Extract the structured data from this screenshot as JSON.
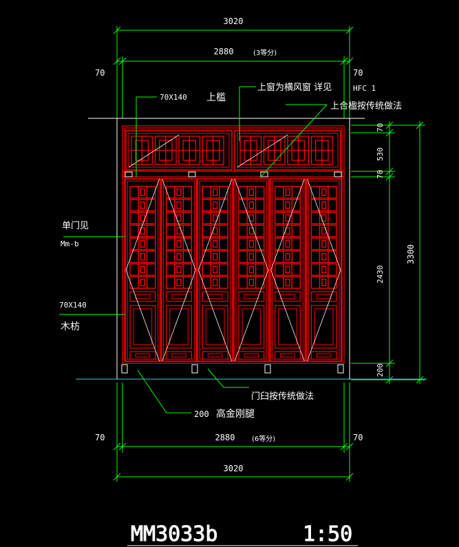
{
  "colors": {
    "background": "#000000",
    "dimension_line": "#00ff00",
    "frame_red": "#ff0000",
    "text": "#ffffff",
    "ground_line": "#4fc3d9"
  },
  "dimensions": {
    "top_total": "3020",
    "top_inner": "2880",
    "top_inner_note": "(3等分)",
    "top_left_margin": "70",
    "top_right_margin": "70",
    "bottom_total": "3020",
    "bottom_inner": "2880",
    "bottom_inner_note": "(6等分)",
    "bottom_left_margin": "70",
    "bottom_right_margin": "70",
    "right_70_top": "70",
    "right_530": "530",
    "right_70_mid": "70",
    "right_2430": "2430",
    "right_200": "200",
    "right_total": "3300"
  },
  "labels": {
    "lintel_size": "70X140",
    "lintel_name": "上槛",
    "transom_window": "上窗为横风窗  详见",
    "hfc": "HFC  1",
    "upper_joint": "上合楹按传统做法",
    "single_door": "单门见",
    "door_ref": "Mm-b",
    "post_size": "70X140",
    "post_name": "木枋",
    "door_mortar": "门臼按传统做法",
    "base_size": "200",
    "base_name": "高金刚腿"
  },
  "title": {
    "drawing_no": "MM3033b",
    "scale": "1:50"
  },
  "diagram": {
    "transom_panels": 2,
    "door_leaves": 6
  }
}
